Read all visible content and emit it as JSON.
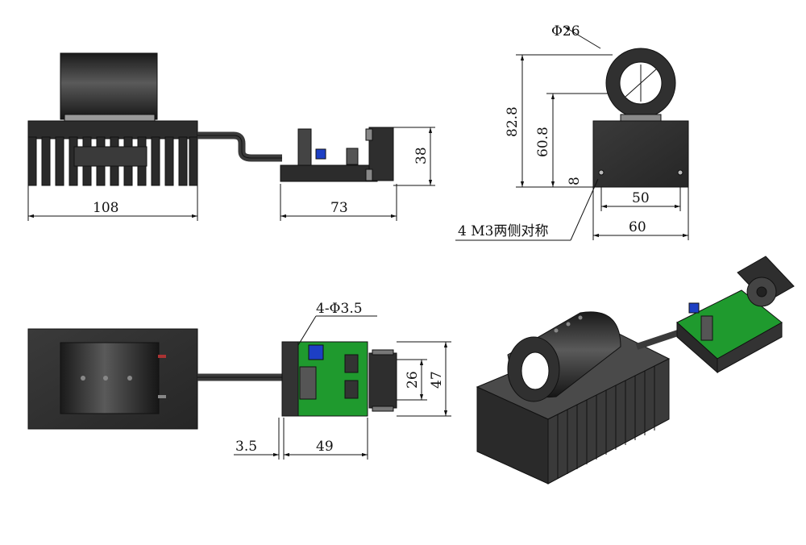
{
  "drawing": {
    "front_view": {
      "width_label": "108",
      "driver_width_label": "73",
      "height_label": "38"
    },
    "side_view": {
      "diameter_label": "Φ26",
      "total_height_label": "82.8",
      "axis_height_label": "60.8",
      "base_height_label": "8",
      "hole_spacing_label": "50",
      "width_label": "60",
      "mounting_note": "4 M3两侧对称"
    },
    "top_view": {
      "holes_label": "4-Φ3.5",
      "edge_offset_label": "3.5",
      "driver_length_label": "49",
      "inner_height_label": "26",
      "outer_height_label": "47"
    }
  },
  "colors": {
    "background": "#000000",
    "sheet": "#ffffff",
    "metal_dark": "#2e2e2e",
    "pcb_green": "#1f9a2e",
    "component_blue": "#1d3fc4",
    "cable": "#444444"
  }
}
